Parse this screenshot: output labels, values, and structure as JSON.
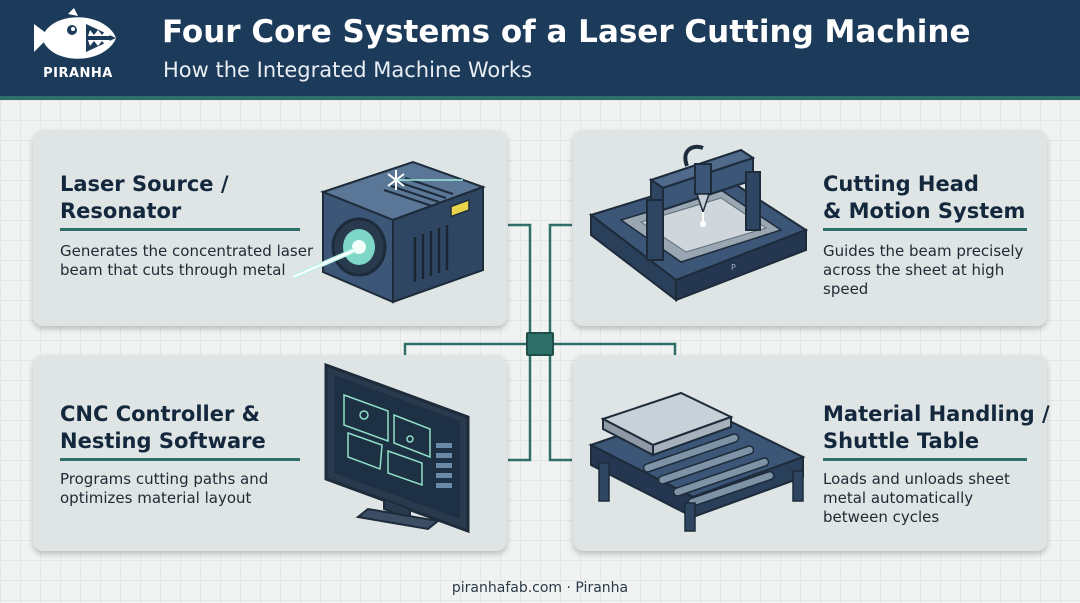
{
  "header": {
    "brand": "PIRANHA",
    "title": "Four Core Systems of a Laser Cutting Machine",
    "subtitle": "How the Integrated Machine Works"
  },
  "panels": [
    {
      "title_line1": "Laser Source /",
      "title_line2": "Resonator",
      "desc_line1": "Generates the concentrated laser",
      "desc_line2": "beam that cuts through metal"
    },
    {
      "title_line1": "Cutting Head",
      "title_line2": "& Motion System",
      "desc_line1": "Guides the beam precisely",
      "desc_line2": "across the sheet at high speed"
    },
    {
      "title_line1": "CNC Controller &",
      "title_line2": "Nesting Software",
      "desc_line1": "Programs cutting paths and",
      "desc_line2": "optimizes material layout"
    },
    {
      "title_line1": "Material Handling /",
      "title_line2": "Shuttle Table",
      "desc_line1": "Loads and unloads sheet",
      "desc_line2": "metal automatically",
      "desc_line3": "between cycles"
    }
  ],
  "footer": {
    "text": "piranhafab.com · Piranha"
  },
  "colors": {
    "header_bg": "#1c3a5a",
    "accent_teal": "#2f6f69",
    "panel_bg": "#dfe4e5",
    "machine_blue": "#3c5677"
  },
  "icons": [
    "piranha-logo-icon",
    "laser-source-icon",
    "cutting-gantry-icon",
    "cnc-monitor-icon",
    "shuttle-table-icon"
  ]
}
